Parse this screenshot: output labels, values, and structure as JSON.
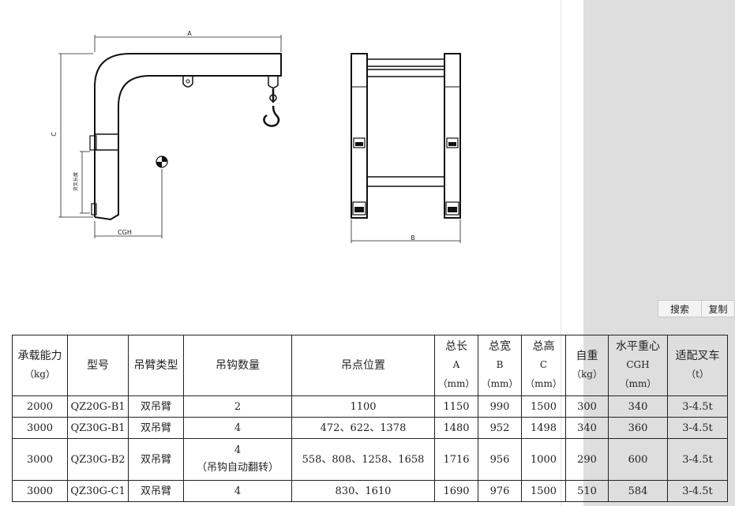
{
  "drawing": {
    "dim_A": "A",
    "dim_B": "B",
    "dim_C": "C",
    "dim_CGH": "CGH",
    "dim_fork": "货叉长度"
  },
  "buttons": {
    "search": "搜索",
    "copy": "复制"
  },
  "table": {
    "headers": [
      {
        "main": "承载能力",
        "sub": "（kg）"
      },
      {
        "main": "型号",
        "sub": ""
      },
      {
        "main": "吊臂类型",
        "sub": ""
      },
      {
        "main": "吊钩数量",
        "sub": ""
      },
      {
        "main": "吊点位置",
        "sub": ""
      },
      {
        "main": "总长",
        "sub1": "A",
        "sub2": "（mm）"
      },
      {
        "main": "总宽",
        "sub1": "B",
        "sub2": "（mm）"
      },
      {
        "main": "总高",
        "sub1": "C",
        "sub2": "（mm）"
      },
      {
        "main": "自重",
        "sub": "（kg）"
      },
      {
        "main": "水平重心",
        "sub1": "CGH",
        "sub2": "（mm）"
      },
      {
        "main": "适配叉车",
        "sub": "（t）"
      }
    ],
    "rows": [
      {
        "capacity": "2000",
        "model": "QZ20G-B1",
        "arm": "双吊臂",
        "hooks": "2",
        "hooks2": "",
        "points": "1100",
        "A": "1150",
        "B": "990",
        "C": "1500",
        "weight": "300",
        "cgh": "340",
        "truck": "3-4.5t"
      },
      {
        "capacity": "3000",
        "model": "QZ30G-B1",
        "arm": "双吊臂",
        "hooks": "4",
        "hooks2": "",
        "points": "472、622、1378",
        "A": "1480",
        "B": "952",
        "C": "1498",
        "weight": "340",
        "cgh": "360",
        "truck": "3-4.5t"
      },
      {
        "capacity": "3000",
        "model": "QZ30G-B2",
        "arm": "双吊臂",
        "hooks": "4",
        "hooks2": "（吊钩自动翻转）",
        "points": "558、808、1258、1658",
        "A": "1716",
        "B": "956",
        "C": "1000",
        "weight": "290",
        "cgh": "600",
        "truck": "3-4.5t"
      },
      {
        "capacity": "3000",
        "model": "QZ30G-C1",
        "arm": "双吊臂",
        "hooks": "4",
        "hooks2": "",
        "points": "830、1610",
        "A": "1690",
        "B": "976",
        "C": "1500",
        "weight": "510",
        "cgh": "584",
        "truck": "3-4.5t"
      }
    ]
  }
}
